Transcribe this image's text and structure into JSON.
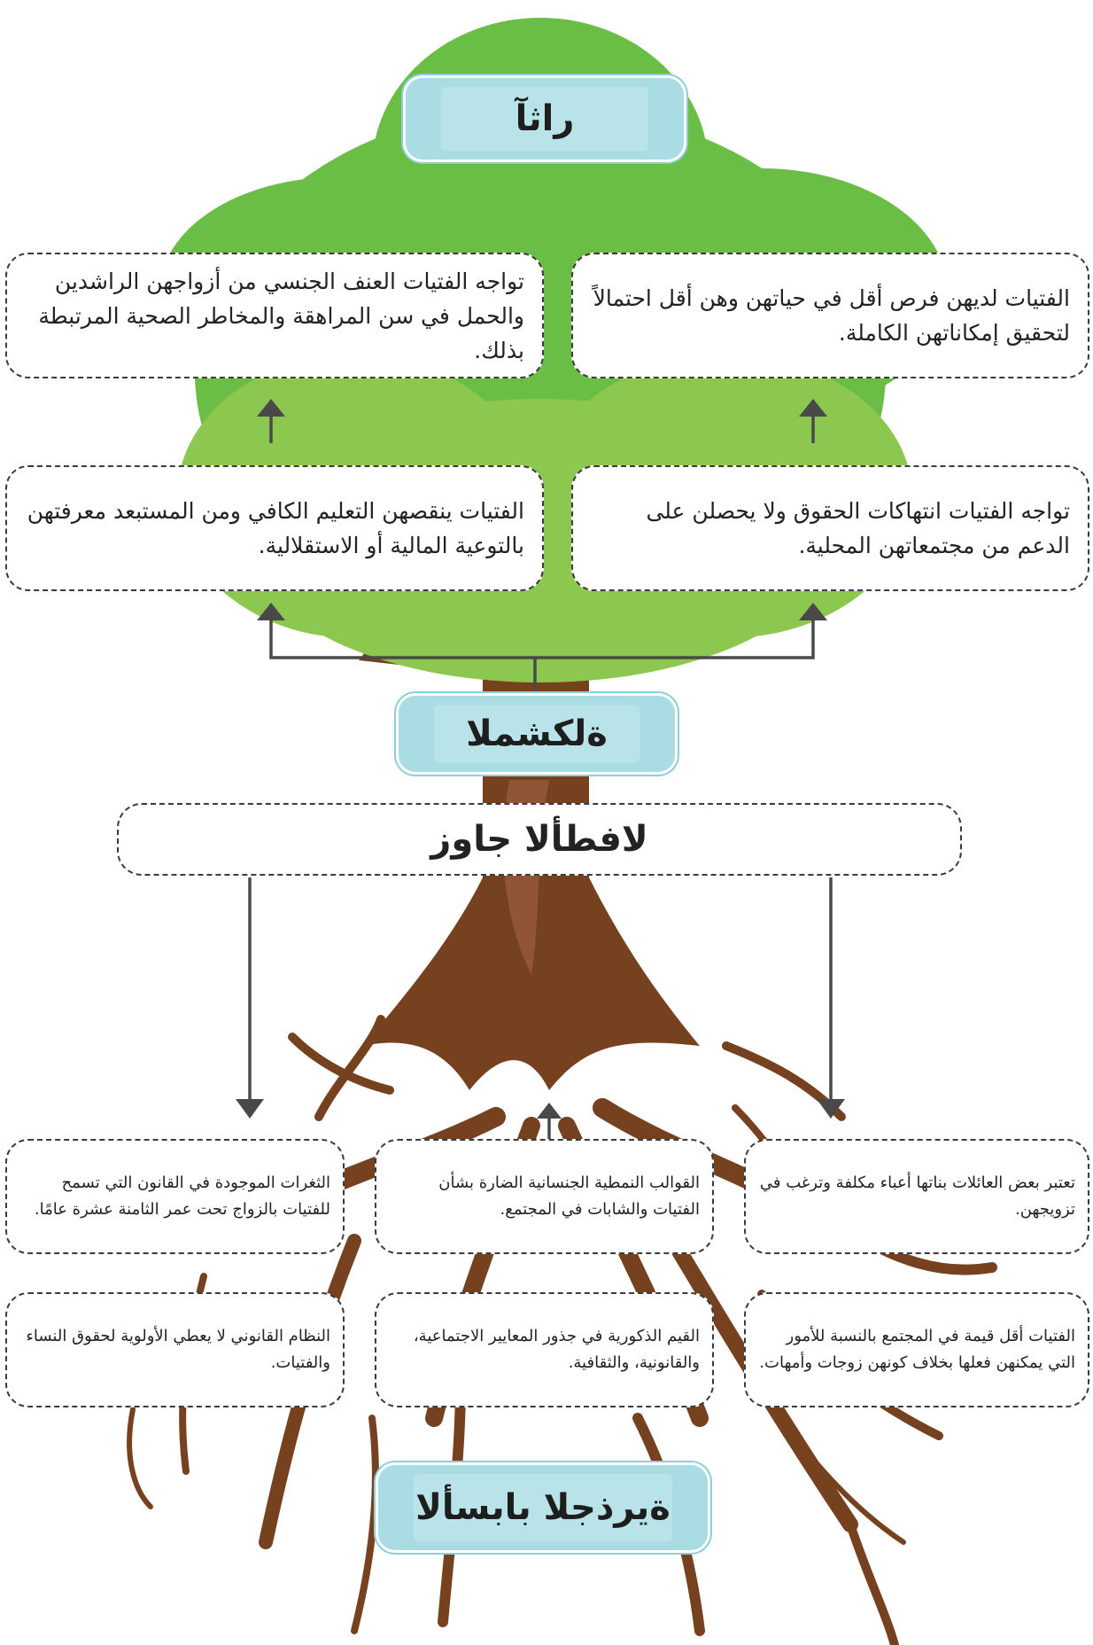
{
  "labels": {
    "effects": "راثآ",
    "problem": "ةلكشملا",
    "child_marriage": "لافطألا جاوز",
    "root_causes": "ةيرذجلا بابسألا"
  },
  "effects": {
    "top_right": "الفتيات لديهن فرص أقل في حياتهن وهن أقل احتمالاً لتحقيق إمكاناتهن الكاملة.",
    "top_left": "تواجه الفتيات العنف الجنسي من أزواجهن الراشدين والحمل في سن المراهقة والمخاطر الصحية المرتبطة بذلك.",
    "mid_right": "تواجه الفتيات انتهاكات الحقوق ولا يحصلن على الدعم من مجتمعاتهن المحلية.",
    "mid_left": "الفتيات ينقصهن التعليم الكافي ومن المستبعد معرفتهن بالتوعية المالية أو الاستقلالية."
  },
  "causes": {
    "row1_right": "تعتبر بعض العائلات بناتها أعباء مكلفة وترغب في تزويجهن.",
    "row1_center": "القوالب النمطية الجنسانية الضارة بشأن الفتيات والشابات في المجتمع.",
    "row1_left": "الثغرات الموجودة في القانون التي تسمح للفتيات بالزواج تحت عمر الثامنة عشرة عامًا.",
    "row2_right": "الفتيات أقل قيمة في المجتمع بالنسبة للأمور التي يمكنهن فعلها بخلاف كونهن زوجات وأمهات.",
    "row2_center": "القيم الذكورية في جذور المعايير الاجتماعية، والقانونية، والثقافية.",
    "row2_left": "النظام القانوني لا يعطي الأولوية لحقوق النساء والفتيات."
  },
  "colors": {
    "canopy_dark": "#6abd45",
    "canopy_light": "#8cc84f",
    "trunk": "#75411f",
    "trunk_highlight": "#8f5534",
    "label_fill": "#a9dde3",
    "arrow": "#494949"
  }
}
